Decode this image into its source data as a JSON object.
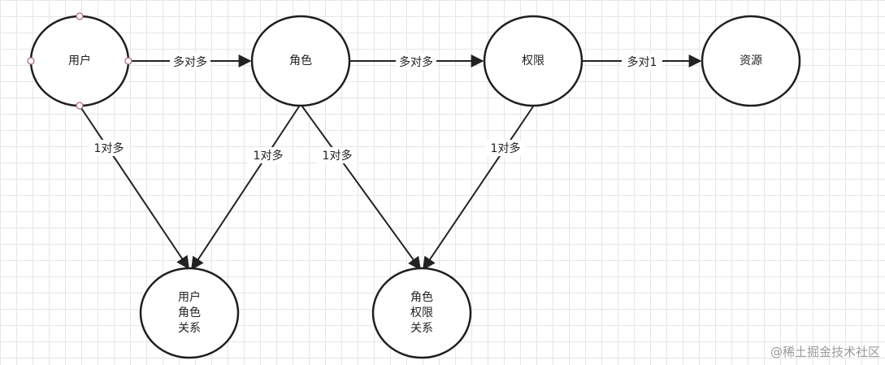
{
  "nodes": [
    {
      "id": "user",
      "lines": [
        "用户"
      ]
    },
    {
      "id": "role",
      "lines": [
        "角色"
      ]
    },
    {
      "id": "perm",
      "lines": [
        "权限"
      ]
    },
    {
      "id": "resource",
      "lines": [
        "资源"
      ]
    },
    {
      "id": "user_role",
      "lines": [
        "用户",
        "角色",
        "关系"
      ]
    },
    {
      "id": "role_perm",
      "lines": [
        "角色",
        "权限",
        "关系"
      ]
    }
  ],
  "edges": [
    {
      "from": "user",
      "to": "role",
      "label": "多对多"
    },
    {
      "from": "role",
      "to": "perm",
      "label": "多对多"
    },
    {
      "from": "perm",
      "to": "resource",
      "label": "多对1"
    },
    {
      "from": "user",
      "to": "user_role",
      "label": "1对多"
    },
    {
      "from": "role",
      "to": "user_role",
      "label": "1对多"
    },
    {
      "from": "role",
      "to": "role_perm",
      "label": "1对多"
    },
    {
      "from": "perm",
      "to": "role_perm",
      "label": "1对多"
    }
  ],
  "watermark": "@稀土掘金技术社区",
  "colors": {
    "stroke": "#1f1f1f",
    "grid": "#e6e6e6",
    "handle": "#b0627a"
  }
}
